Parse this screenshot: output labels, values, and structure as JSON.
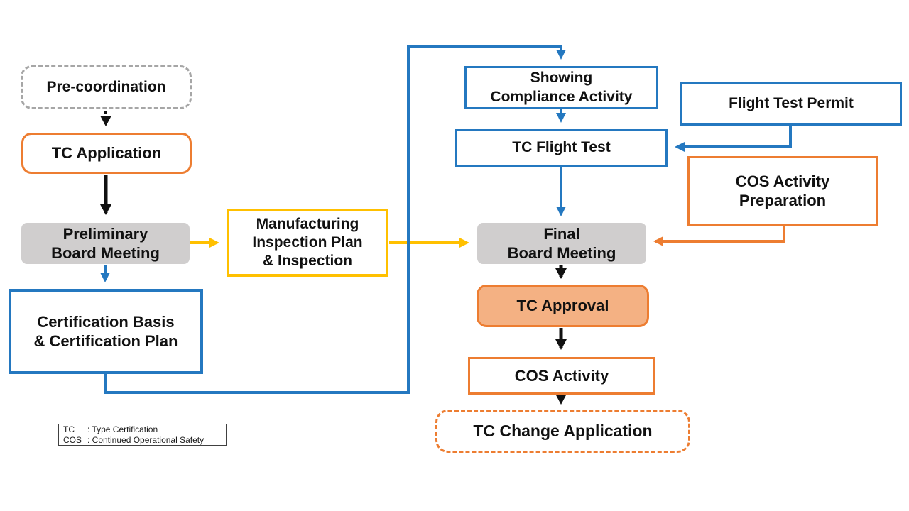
{
  "diagram": {
    "nodes": {
      "pre_coordination": {
        "label": "Pre-coordination"
      },
      "tc_application": {
        "label": "TC Application"
      },
      "preliminary_board": {
        "label": "Preliminary\nBoard Meeting"
      },
      "manufacturing": {
        "label": "Manufacturing\nInspection Plan\n& Inspection"
      },
      "certification_basis": {
        "label": "Certification Basis\n& Certification Plan"
      },
      "showing_compliance": {
        "label": "Showing\nCompliance Activity"
      },
      "tc_flight_test": {
        "label": "TC Flight Test"
      },
      "flight_test_permit": {
        "label": "Flight Test Permit"
      },
      "cos_activity_prep": {
        "label": "COS Activity\nPreparation"
      },
      "final_board": {
        "label": "Final\nBoard Meeting"
      },
      "tc_approval": {
        "label": "TC Approval"
      },
      "cos_activity": {
        "label": "COS Activity"
      },
      "tc_change_application": {
        "label": "TC Change Application"
      }
    },
    "legend": {
      "rows": [
        {
          "abbr": "TC",
          "rest": ": Type Certification"
        },
        {
          "abbr": "COS",
          "rest": ": Continued Operational Safety"
        }
      ]
    },
    "colors": {
      "blue": "#2478C0",
      "orange": "#ED7D31",
      "yellow": "#FFC000",
      "gray_fill": "#D0CECE",
      "gray_dash": "#A6A6A6",
      "orange_fill": "#F4B183",
      "black": "#111111"
    }
  }
}
